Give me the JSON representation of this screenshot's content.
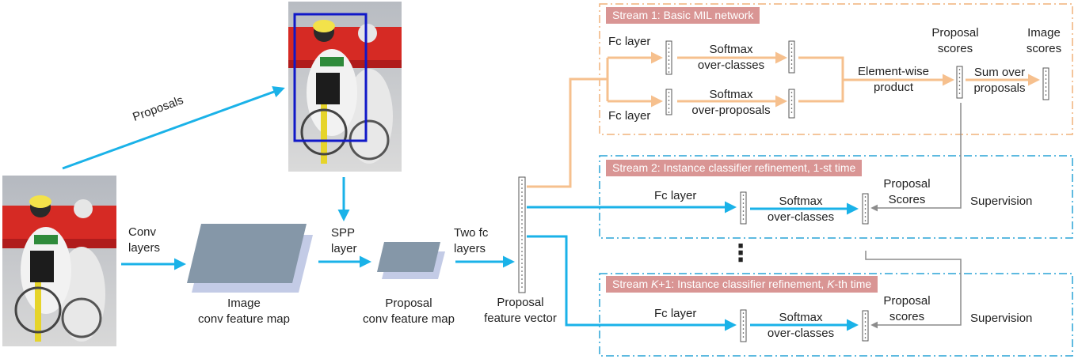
{
  "labels": {
    "proposals": "Proposals",
    "conv_layers": "Conv\nlayers",
    "image_map": "Image\nconv feature map",
    "spp_layer": "SPP\nlayer",
    "proposal_map": "Proposal\nconv feature map",
    "two_fc": "Two fc\nlayers",
    "proposal_vector": "Proposal\nfeature vector"
  },
  "stream1": {
    "title": "Stream 1: Basic MIL network",
    "fc_top": "Fc layer",
    "fc_bottom": "Fc layer",
    "softmax_classes": "Softmax\nover-classes",
    "softmax_proposals": "Softmax\nover-proposals",
    "element_wise": "Element-wise\nproduct",
    "proposal_scores": "Proposal\nscores",
    "sum_over": "Sum over\nproposals",
    "image_scores": "Image\nscores"
  },
  "stream2": {
    "title_before": "Stream 2: Instance classifier refinement, 1-st time",
    "fc": "Fc layer",
    "softmax": "Softmax\nover-classes",
    "scores": "Proposal\nScores",
    "supervision": "Supervision"
  },
  "ellipsis": "⋮",
  "stream3": {
    "title_a": "Stream ",
    "title_k": "K",
    "title_b": "+1: Instance classifier refinement, ",
    "title_k2": "K",
    "title_c": "-th time",
    "fc": "Fc layer",
    "softmax": "Softmax\nover-classes",
    "scores": "Proposal\nscores",
    "supervision": "Supervision"
  },
  "colors": {
    "blue_arrow": "#1ab2e8",
    "orange_arrow": "#f6c08e",
    "gray_arrow": "#8c8c8c",
    "stream1_border": "#f0b27a",
    "stream_blue_border": "#29a3d6",
    "tag_fill": "#d99594",
    "feature_map": "#8597a8",
    "feature_shadow": "#c3cbe6",
    "box_blue": "#1018c8"
  }
}
